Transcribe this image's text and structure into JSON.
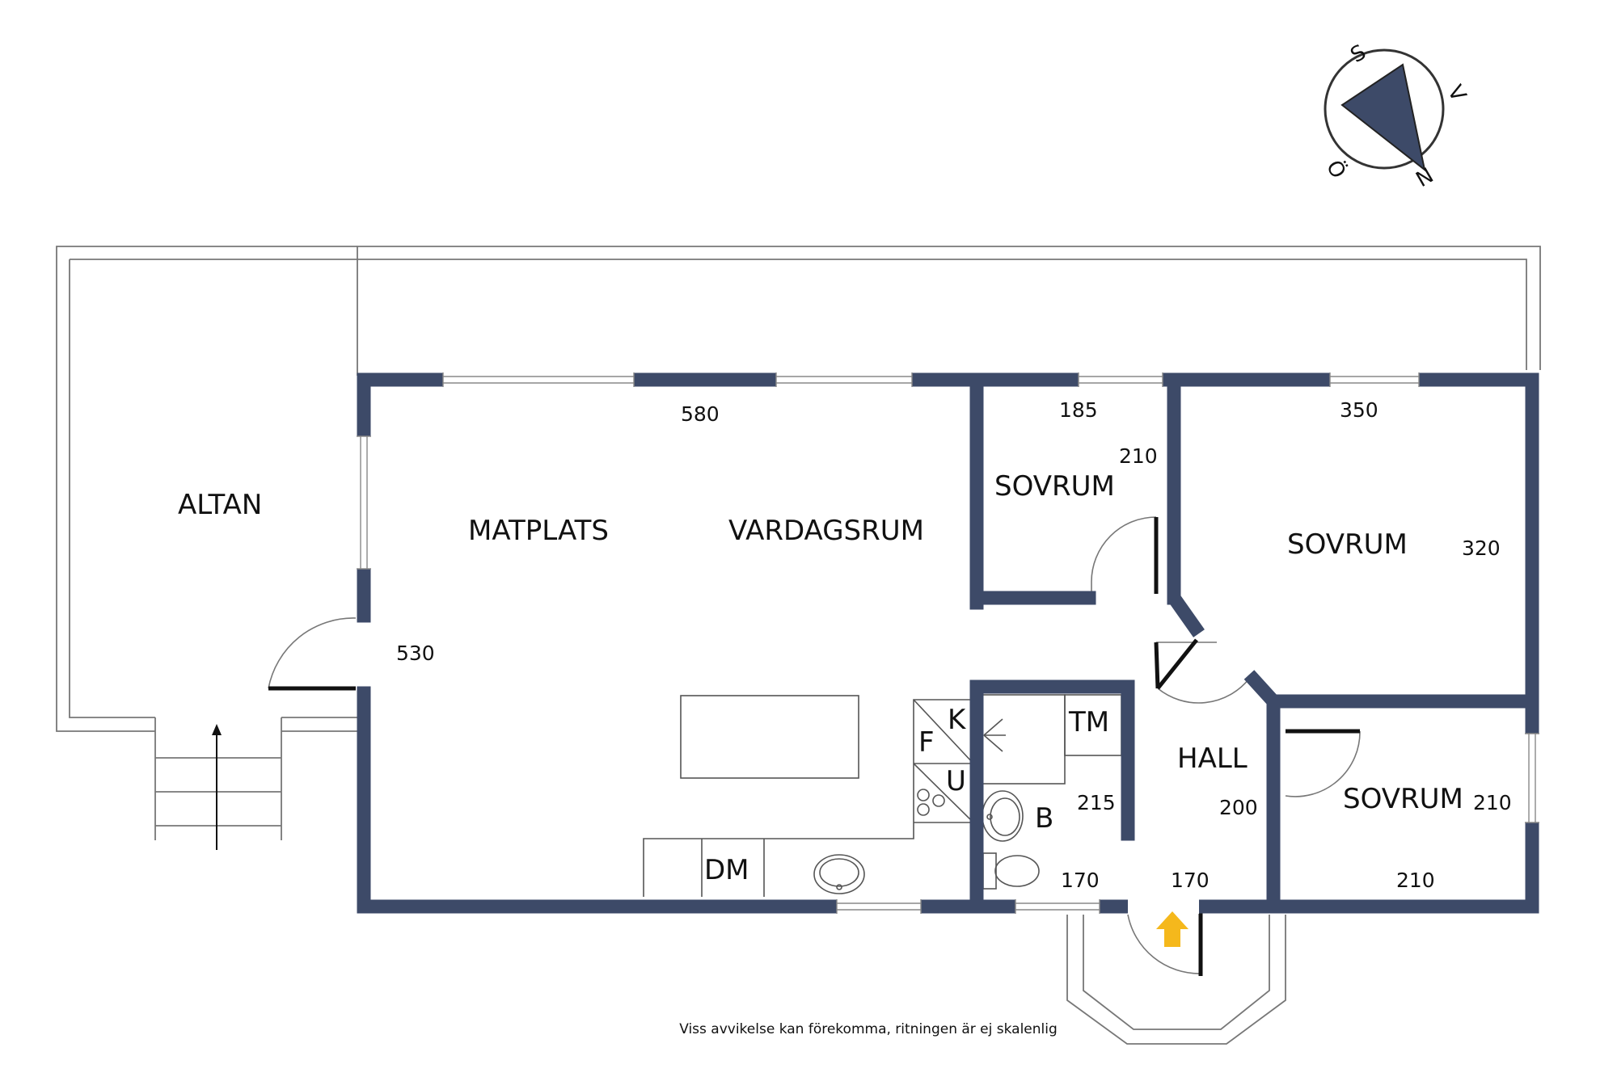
{
  "colors": {
    "wall": "#3D4A68",
    "entry_arrow": "#F5B81C",
    "compass_fill": "#3D4A68",
    "line": "#555555"
  },
  "compass": {
    "south": "S",
    "west": "V",
    "north": "N",
    "east": "Ö"
  },
  "rooms": {
    "altan": "ALTAN",
    "matplats": "MATPLATS",
    "vardagsrum": "VARDAGSRUM",
    "sovrum_small": "SOVRUM",
    "sovrum_large": "SOVRUM",
    "sovrum_lower": "SOVRUM",
    "hall": "HALL"
  },
  "fixtures": {
    "k": "K",
    "f": "F",
    "u": "U",
    "dm": "DM",
    "tm": "TM",
    "b": "B"
  },
  "dimensions": {
    "living_width": "580",
    "living_depth": "530",
    "sovrum_small_width": "185",
    "sovrum_small_depth": "210",
    "sovrum_large_width": "350",
    "sovrum_large_depth": "320",
    "bath_depth": "215",
    "bath_width": "170",
    "hall_width": "170",
    "hall_depth": "200",
    "sovrum_lower_width": "210",
    "sovrum_lower_depth": "210"
  },
  "disclaimer": "Viss avvikelse kan förekomma, ritningen är ej skalenlig"
}
